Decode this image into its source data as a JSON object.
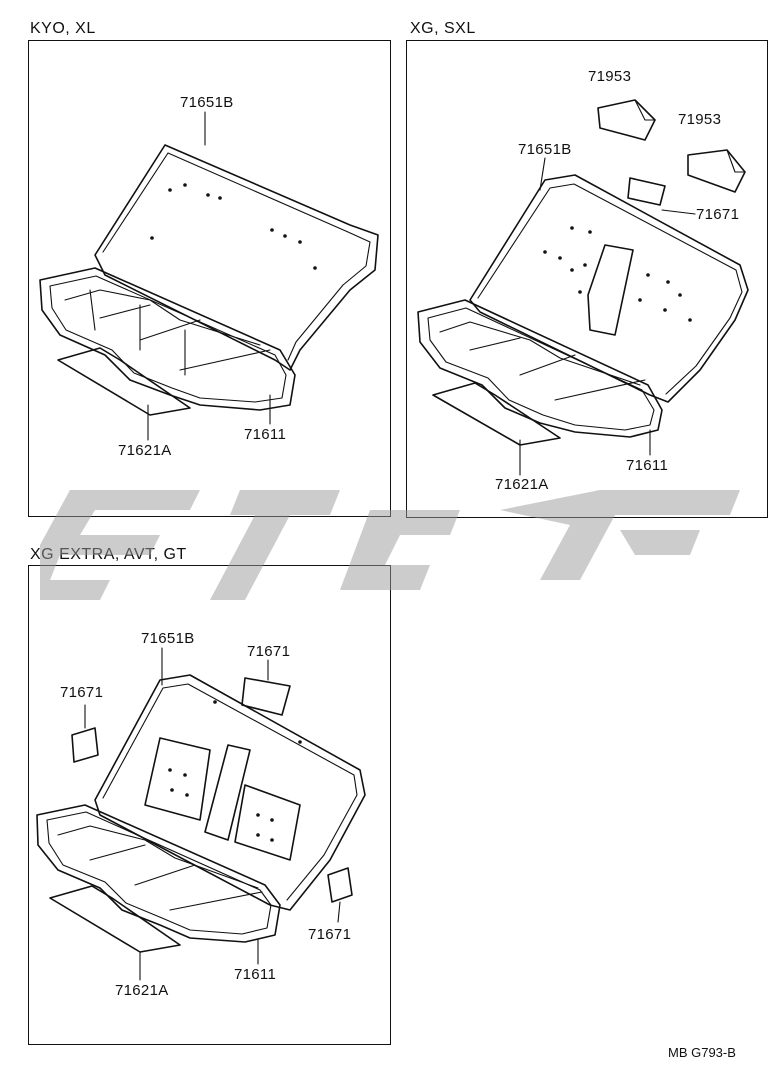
{
  "panels": [
    {
      "title": "KYO, XL",
      "labels": {
        "backrest": "71651B",
        "cushion_cover": "71621A",
        "cushion": "71611"
      }
    },
    {
      "title": "XG, SXL",
      "labels": {
        "trim_a": "71953",
        "trim_b": "71953",
        "backrest": "71651B",
        "headrest_cover": "71671",
        "cushion_cover": "71621A",
        "cushion": "71611"
      }
    },
    {
      "title": "XG  EXTRA, AVT, GT",
      "labels": {
        "backrest": "71651B",
        "headrest_cover_top": "71671",
        "headrest_cover_left": "71671",
        "headrest_cover_right": "71671",
        "cushion_cover": "71621A",
        "cushion": "71611"
      }
    }
  ],
  "footer": {
    "code": "MB  G793-B"
  }
}
